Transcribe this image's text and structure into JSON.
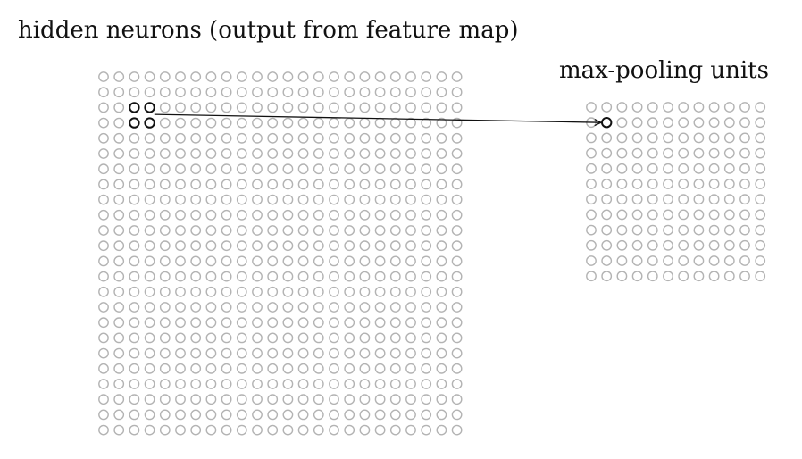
{
  "labels": {
    "hidden": "hidden neurons (output from feature map)",
    "pooled": "max-pooling units"
  },
  "hidden_layer": {
    "rows": 24,
    "cols": 24,
    "highlight_rows": [
      2,
      3
    ],
    "highlight_cols": [
      2,
      3
    ]
  },
  "pooling_layer": {
    "rows": 12,
    "cols": 12,
    "highlight_row": 1,
    "highlight_col": 1
  },
  "colors": {
    "neuron": "#b3b3b3",
    "highlight": "#111111",
    "arrow": "#111111"
  }
}
